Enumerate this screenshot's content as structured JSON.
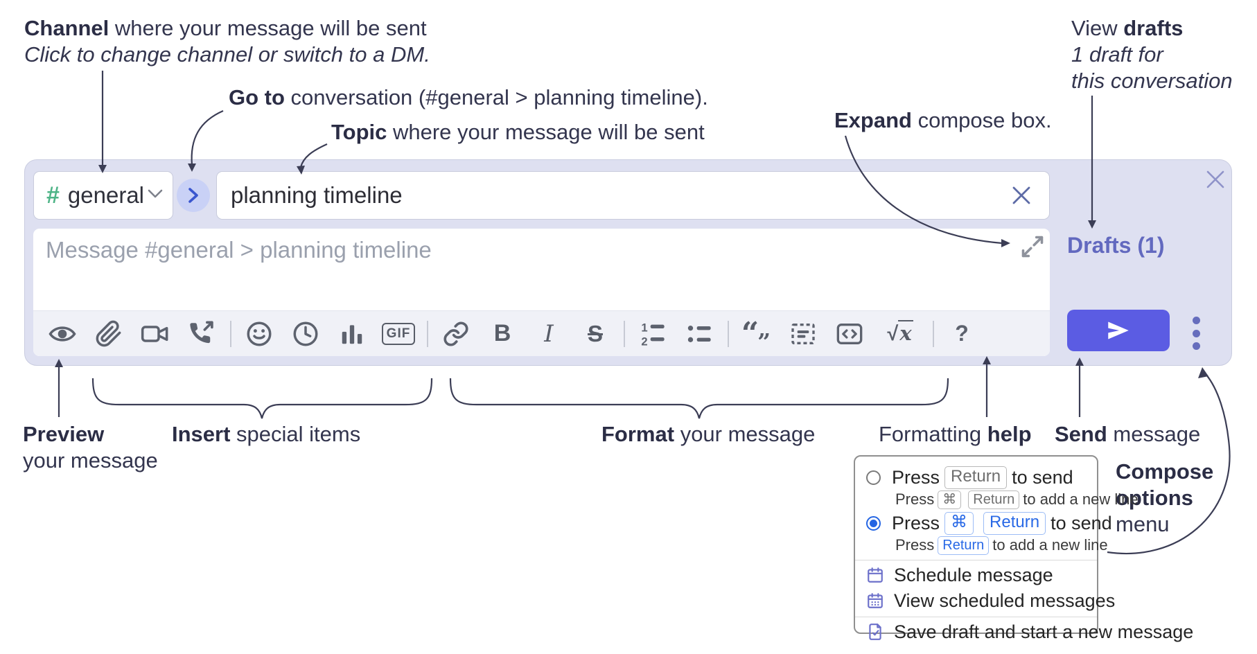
{
  "annotations": {
    "channel": {
      "bold": "Channel",
      "rest": " where your message will be sent",
      "line2": "Click to change channel or switch to a DM."
    },
    "goto": {
      "bold": "Go to",
      "rest": " conversation (#general > planning timeline)."
    },
    "topic": {
      "bold": "Topic",
      "rest": " where your message will be sent"
    },
    "expand": {
      "bold": "Expand",
      "rest": " compose box."
    },
    "view_drafts": {
      "pre": "View ",
      "bold": "drafts",
      "line2": "1 draft for",
      "line3": "this conversation"
    },
    "preview": {
      "bold": "Preview",
      "line2": "your message"
    },
    "insert": {
      "bold": "Insert",
      "rest": " special items"
    },
    "format": {
      "bold": "Format",
      "rest": " your message"
    },
    "formatting_help": {
      "pre": "Formatting ",
      "bold": "help"
    },
    "send": {
      "bold": "Send",
      "rest": " message"
    },
    "compose_options": {
      "line1": "Compose",
      "line2": "options",
      "line3": "menu"
    }
  },
  "compose": {
    "channel_hash": "#",
    "channel_name": "general",
    "topic_value": "planning timeline",
    "message_placeholder": "Message #general > planning timeline",
    "drafts_label": "Drafts (1)",
    "toolbar_labels": {
      "gif": "GIF",
      "bold": "B",
      "italic": "I",
      "strike": "S",
      "quote_open": "“",
      "quote_close": "”",
      "math_root": "√",
      "math_x": "x",
      "help": "?"
    }
  },
  "popup": {
    "opt1": {
      "press": "Press",
      "kbd": "Return",
      "after": "to send",
      "sub_press": "Press",
      "sub_kbd1": "⌘",
      "sub_kbd2": "Return",
      "sub_after": "to add a new line"
    },
    "opt2": {
      "press": "Press",
      "kbd1": "⌘",
      "kbd2": "Return",
      "after": "to send",
      "sub_press": "Press",
      "sub_kbd": "Return",
      "sub_after": "to add a new line"
    },
    "schedule": "Schedule message",
    "view_scheduled": "View scheduled messages",
    "save_draft": "Save draft and start a new message"
  },
  "colors": {
    "send_button": "#5b5ce3",
    "drafts_link": "#6269bf",
    "radio_selected": "#2465e3",
    "channel_green": "#4eb487",
    "compose_bg": "#dee0f1"
  }
}
